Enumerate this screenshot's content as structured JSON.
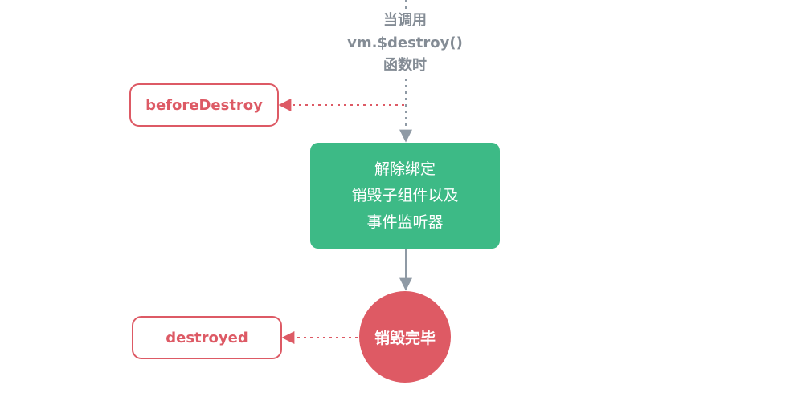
{
  "trigger": {
    "lines": [
      "当调用",
      "vm.$destroy()",
      "函数时"
    ]
  },
  "hooks": {
    "before_destroy": "beforeDestroy",
    "destroyed": "destroyed"
  },
  "process": {
    "lines": [
      "解除绑定",
      "销毁子组件以及",
      "事件监听器"
    ]
  },
  "end_state": {
    "label": "销毁完毕"
  },
  "colors": {
    "hook": "#dd5a65",
    "process": "#3dba86",
    "end_state": "#de5a64",
    "connector": "#8f9aa5",
    "trigger_text": "#848c95"
  }
}
